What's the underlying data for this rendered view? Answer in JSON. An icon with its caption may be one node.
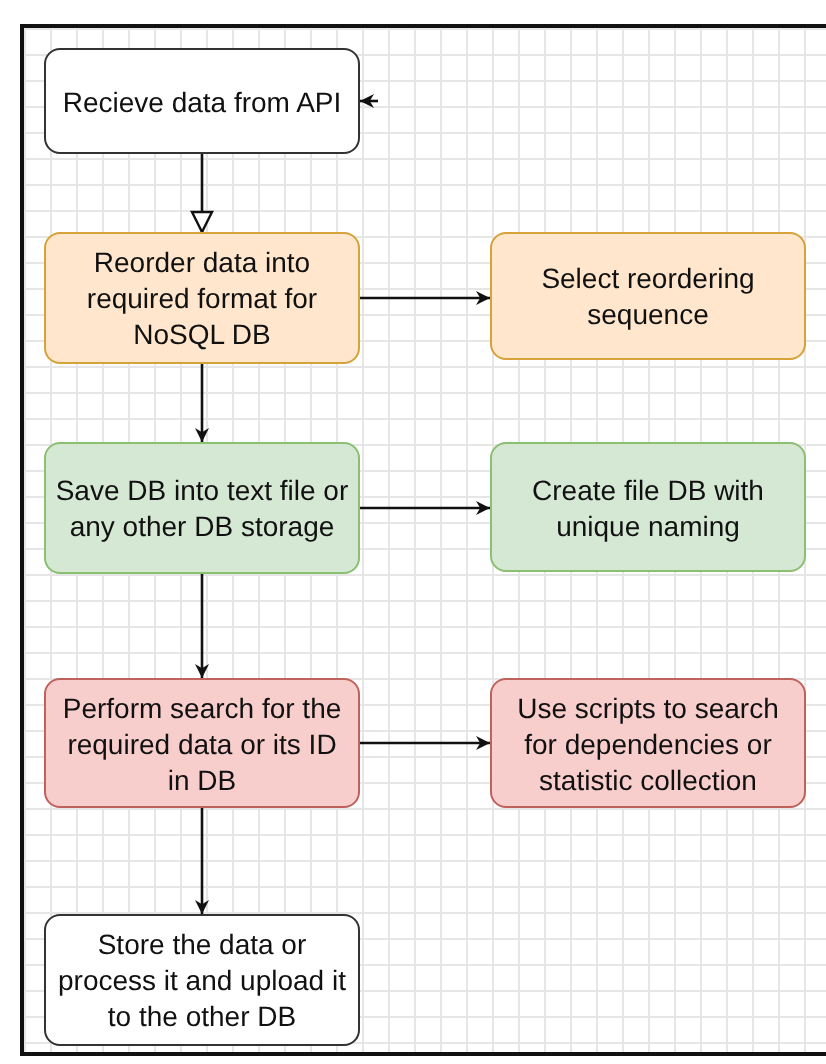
{
  "diagram": {
    "nodes": [
      {
        "text": [
          "Recieve data from API"
        ]
      },
      {
        "text": [
          "Reorder data into required format for NoSQL DB"
        ]
      },
      {
        "text": [
          "Select reordering sequence"
        ]
      },
      {
        "text": [
          "Save DB into text file or any other DB storage"
        ]
      },
      {
        "text": [
          "Create file DB with unique naming"
        ]
      },
      {
        "text": [
          "Perform search for the required data or its ID in DB"
        ]
      },
      {
        "text": [
          "Use scripts to search for dependencies or statistic collection"
        ]
      },
      {
        "text": [
          "Store the data or process it and upload it to the other DB"
        ]
      }
    ],
    "edges": [
      {
        "from": null,
        "to": 0,
        "arrow": "to"
      },
      {
        "from": 0,
        "to": 1,
        "arrow": "to"
      },
      {
        "from": 1,
        "to": 2,
        "arrow": "to"
      },
      {
        "from": 1,
        "to": 3,
        "arrow": "to"
      },
      {
        "from": 3,
        "to": 4,
        "arrow": "to"
      },
      {
        "from": 3,
        "to": 5,
        "arrow": "to"
      },
      {
        "from": 5,
        "to": 6,
        "arrow": "to"
      },
      {
        "from": 5,
        "to": 7,
        "arrow": "to"
      }
    ]
  }
}
